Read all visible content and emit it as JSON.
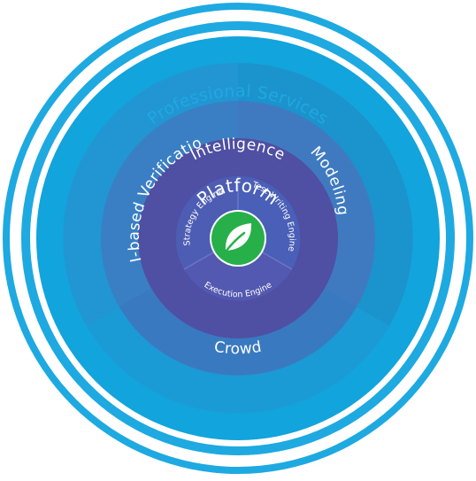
{
  "layers": {
    "outer": "Professional Services",
    "top": "Intelligence",
    "left": "AI-based Verification",
    "right": "Modeling",
    "bottom": "Crowd",
    "core": "Platform"
  },
  "engines": {
    "left": "Strategy Engine",
    "right": "Test Writing Engine",
    "bottom": "Execution Engine"
  },
  "center_icon": "leaf-icon",
  "colors": {
    "outer_text": "#1ea9e1",
    "outer_ring": "#1ea9e1",
    "middle_ring": "#1a9fda",
    "platform": "#4f4fa3",
    "center": "#27b04a"
  }
}
